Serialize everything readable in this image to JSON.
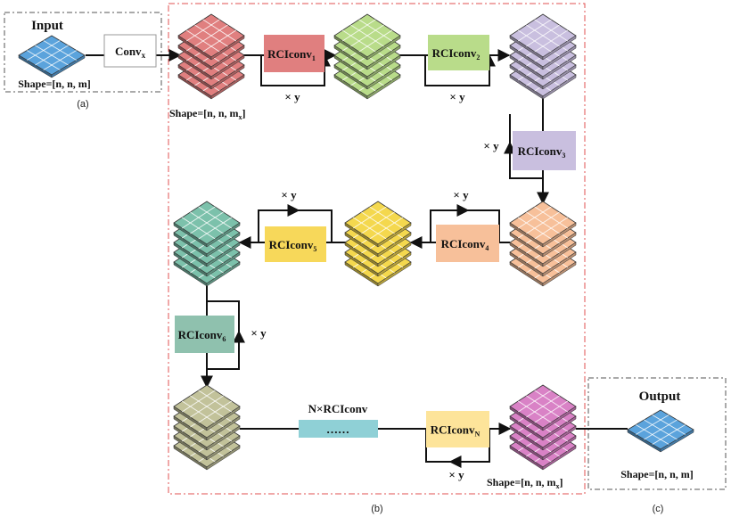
{
  "input": {
    "title": "Input",
    "shape": "Shape=[n, n, m]",
    "caption": "(a)"
  },
  "conv": {
    "label": "Conv",
    "sub": "x"
  },
  "middle": {
    "caption": "(b)",
    "shape_first": "Shape=[n, n, m",
    "shape_first_sub": "x",
    "shape_first_end": "]",
    "shape_last": "Shape=[n, n, m",
    "shape_last_sub": "x",
    "shape_last_end": "]"
  },
  "output": {
    "title": "Output",
    "shape": "Shape=[n, n, m]",
    "caption": "(c)"
  },
  "blocks": [
    {
      "label": "RCIconv",
      "sub": "1",
      "color": "#e07f7f"
    },
    {
      "label": "RCIconv",
      "sub": "2",
      "color": "#b9dc8a"
    },
    {
      "label": "RCIconv",
      "sub": "3",
      "color": "#c9bfdf"
    },
    {
      "label": "RCIconv",
      "sub": "4",
      "color": "#f7c09a"
    },
    {
      "label": "RCIconv",
      "sub": "5",
      "color": "#f7d85a"
    },
    {
      "label": "RCIconv",
      "sub": "6",
      "color": "#8fc1ae"
    },
    {
      "label": "RCIconv",
      "sub": "N",
      "color": "#fde49a"
    }
  ],
  "repeat_label": "× y",
  "n_label": "N×RCIconv",
  "dots": "……",
  "colors": {
    "input_map": "#5ba3dc",
    "stack_red": "#e07f7f",
    "stack_green": "#b9dc8a",
    "stack_lavender": "#c9bfdf",
    "stack_orange": "#f7c09a",
    "stack_yellow": "#f4d84e",
    "stack_teal": "#7cc1ab",
    "stack_olive": "#c2c29a",
    "stack_pink": "#d982c6",
    "dots_box": "#8fd0d6",
    "frame": "#e05050"
  }
}
